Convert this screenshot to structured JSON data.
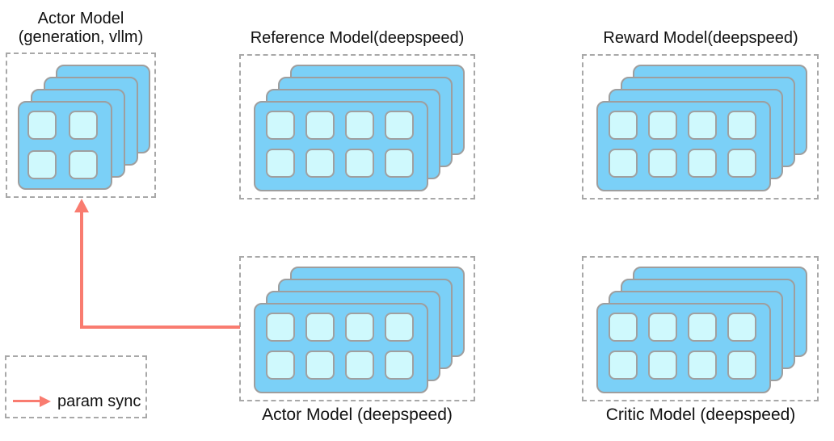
{
  "legend": {
    "label": "param sync"
  },
  "models": {
    "actor_vllm": {
      "label_line1": "Actor Model",
      "label_line2": "(generation, vllm)",
      "layers": 4,
      "grid_rows": 2,
      "grid_cols": 2
    },
    "reference": {
      "label": "Reference Model(deepspeed)",
      "layers": 4,
      "grid_rows": 2,
      "grid_cols": 4
    },
    "reward": {
      "label": "Reward Model(deepspeed)",
      "layers": 4,
      "grid_rows": 2,
      "grid_cols": 4
    },
    "actor_deepspeed": {
      "label": "Actor Model (deepspeed)",
      "layers": 4,
      "grid_rows": 2,
      "grid_cols": 4
    },
    "critic": {
      "label": "Critic Model (deepspeed)",
      "layers": 4,
      "grid_rows": 2,
      "grid_cols": 4
    }
  },
  "colors": {
    "background": "#FFFFFF",
    "text": "#111111",
    "card_fill": "#7BD0F7",
    "card_border": "#9E9E9E",
    "cell_fill": "#CFF9FD",
    "cell_border": "#A0A0A0",
    "dashed_border": "#A8A8A8",
    "arrow": "#F97C70"
  }
}
